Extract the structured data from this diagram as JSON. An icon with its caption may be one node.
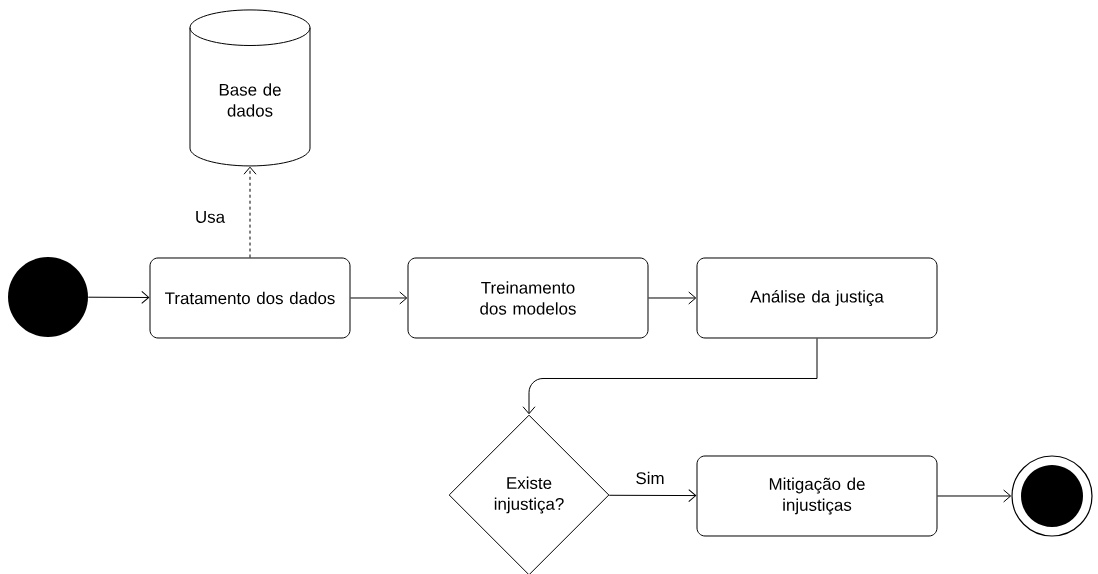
{
  "diagram": {
    "nodes": [
      {
        "text": [],
        "shape": "circle"
      },
      {
        "text": [
          "Tratamento dos dados"
        ]
      },
      {
        "text": [
          "Treinamento dos modelos"
        ]
      },
      {
        "text": [
          "Análise da justiça"
        ]
      },
      {
        "text": [
          "Base de dados"
        ]
      },
      {
        "text": [
          "Existe injustiça?"
        ]
      },
      {
        "text": [
          "Mitigação de injustiças"
        ]
      },
      {
        "text": [],
        "shape": "circle"
      }
    ],
    "edges": [
      {
        "from": 0,
        "to": 1,
        "arrow": "to"
      },
      {
        "from": 1,
        "to": 4,
        "arrow": "to",
        "style": "dashed",
        "label": "Usa"
      },
      {
        "from": 1,
        "to": 2,
        "arrow": "to"
      },
      {
        "from": 2,
        "to": 3,
        "arrow": "to"
      },
      {
        "from": 3,
        "to": 5,
        "arrow": "to"
      },
      {
        "from": 5,
        "to": 6,
        "arrow": "to",
        "label": "Sim"
      },
      {
        "from": 6,
        "to": 7,
        "arrow": "to"
      }
    ]
  }
}
